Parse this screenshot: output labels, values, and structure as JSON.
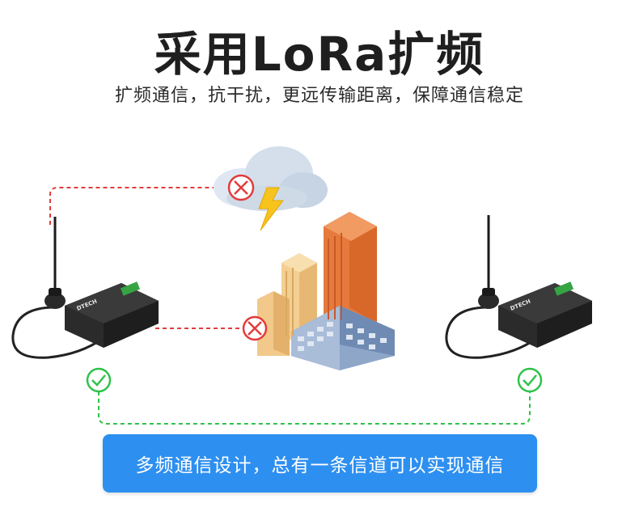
{
  "title": "采用LoRa扩频",
  "subtitle": "扩频通信，抗干扰，更远传输距离，保障通信稳定",
  "banner": "多频通信设计，总有一条信道可以实现通信",
  "device": {
    "brand": "DTECH"
  },
  "colors": {
    "fail_line": "#e33b3b",
    "ok_line": "#2fc24a",
    "banner_bg": "#2d8ff0"
  }
}
